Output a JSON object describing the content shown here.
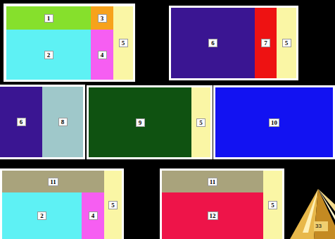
{
  "diagram": {
    "nodes": [
      {
        "text": [
          "1"
        ]
      },
      {
        "text": [
          "3"
        ]
      },
      {
        "text": [
          "2"
        ]
      },
      {
        "text": [
          "4"
        ]
      },
      {
        "text": [
          "5"
        ]
      },
      {
        "text": [
          "6"
        ]
      },
      {
        "text": [
          "7"
        ]
      },
      {
        "text": [
          "5"
        ]
      },
      {
        "text": [
          "6"
        ]
      },
      {
        "text": [
          "8"
        ]
      },
      {
        "text": [
          "9"
        ]
      },
      {
        "text": [
          "5"
        ]
      },
      {
        "text": [
          "10"
        ]
      },
      {
        "text": [
          "11"
        ]
      },
      {
        "text": [
          "2"
        ]
      },
      {
        "text": [
          "4"
        ]
      },
      {
        "text": [
          "5"
        ]
      },
      {
        "text": [
          "11"
        ]
      },
      {
        "text": [
          "12"
        ]
      },
      {
        "text": [
          "5"
        ]
      }
    ],
    "labels": [
      "33"
    ]
  }
}
